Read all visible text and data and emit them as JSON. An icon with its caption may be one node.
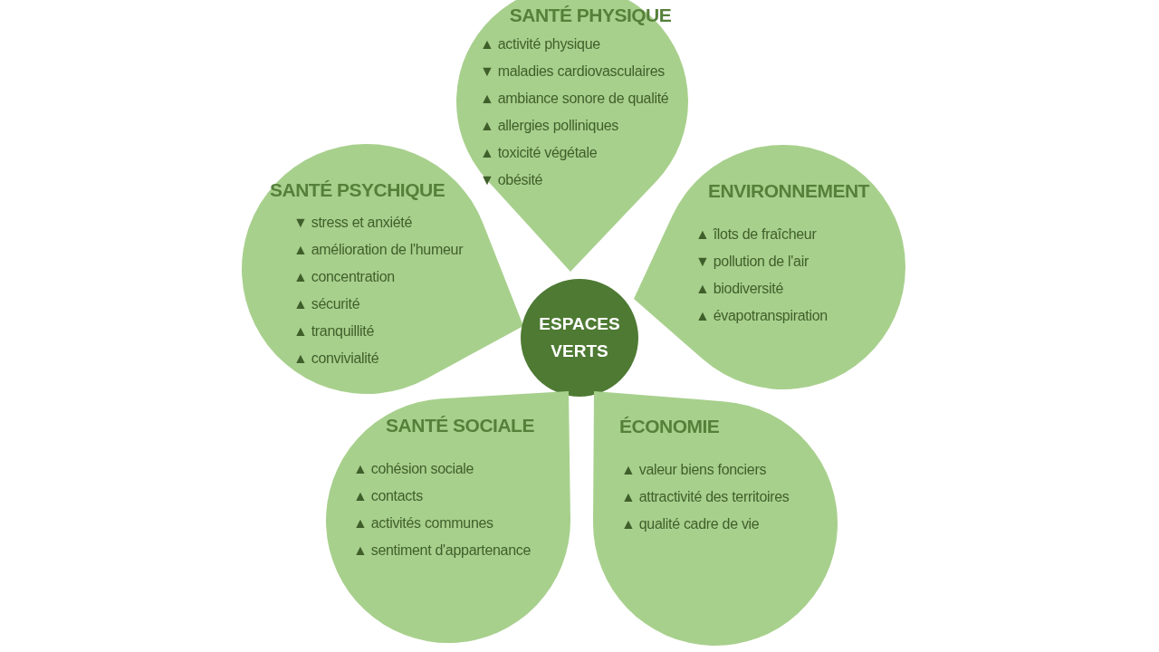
{
  "diagram": {
    "nodes": [
      {
        "text": [
          "SANTÉ PHYSIQUE",
          "▲ activité physique",
          "▼ maladies cardiovasculaires",
          "▲ ambiance sonore de qualité",
          "▲ allergies polliniques",
          "▲ toxicité végétale",
          "▼ obésité"
        ]
      },
      {
        "text": [
          "SANTÉ PSYCHIQUE",
          "▼ stress et anxiété",
          "▲ amélioration de l'humeur",
          "▲ concentration",
          "▲ sécurité",
          "▲ tranquillité",
          "▲ convivialité"
        ]
      },
      {
        "text": [
          "ENVIRONNEMENT",
          "▲ îlots de fraîcheur",
          "▼ pollution de l'air",
          "▲ biodiversité",
          "▲ évapotranspiration"
        ]
      },
      {
        "text": [
          "ESPACES VERTS"
        ]
      },
      {
        "text": [
          "SANTÉ SOCIALE",
          "▲ cohésion sociale",
          "▲ contacts",
          "▲ activités communes",
          "▲ sentiment d'appartenance"
        ]
      },
      {
        "text": [
          "ÉCONOMIE",
          "▲ valeur biens fonciers",
          "▲ attractivité des territoires",
          "▲ qualité cadre de vie"
        ]
      }
    ]
  }
}
